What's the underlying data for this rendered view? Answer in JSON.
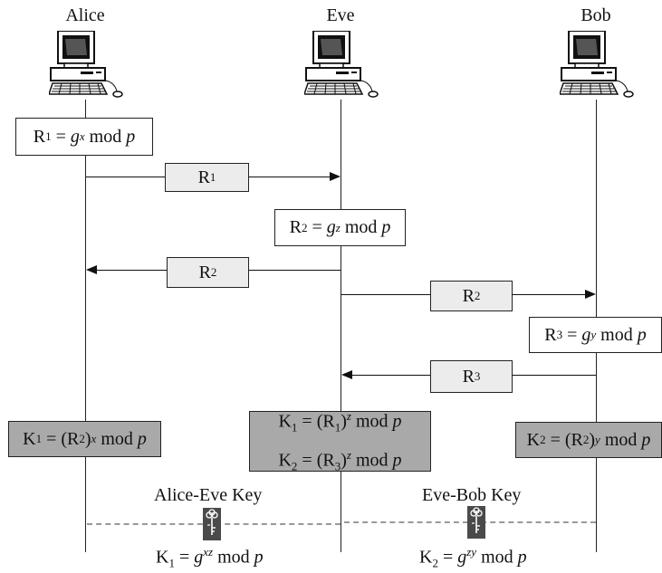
{
  "participants": {
    "alice": "Alice",
    "eve": "Eve",
    "bob": "Bob"
  },
  "computations": {
    "alice_r1": {
      "lhs": "R",
      "sub": "1",
      "base": "g",
      "exp": "x",
      "mod": " mod ",
      "p": "p"
    },
    "eve_r2": {
      "lhs": "R",
      "sub": "2",
      "base": "g",
      "exp": "z",
      "mod": " mod ",
      "p": "p"
    },
    "bob_r3": {
      "lhs": "R",
      "sub": "3",
      "base": "g",
      "exp": "y",
      "mod": " mod ",
      "p": "p"
    }
  },
  "messages": [
    {
      "label": "R",
      "sub": "1",
      "direction": "Alice → Eve"
    },
    {
      "label": "R",
      "sub": "2",
      "direction": "Eve → Alice"
    },
    {
      "label": "R",
      "sub": "2",
      "direction": "Eve → Bob"
    },
    {
      "label": "R",
      "sub": "3",
      "direction": "Bob → Eve"
    }
  ],
  "keys": {
    "alice": {
      "k": "K",
      "ksub": "1",
      "r": "R",
      "rsub": "2",
      "exp": "x"
    },
    "eve_1": {
      "k": "K",
      "ksub": "1",
      "r": "R",
      "rsub": "1",
      "exp": "z"
    },
    "eve_2": {
      "k": "K",
      "ksub": "2",
      "r": "R",
      "rsub": "3",
      "exp": "z"
    },
    "bob": {
      "k": "K",
      "ksub": "2",
      "r": "R",
      "rsub": "2",
      "exp": "y"
    }
  },
  "shared_keys": {
    "alice_eve": {
      "title": "Alice-Eve Key",
      "k": "K",
      "ksub": "1",
      "base": "g",
      "exp": "xz"
    },
    "eve_bob": {
      "title": "Eve-Bob Key",
      "k": "K",
      "ksub": "2",
      "base": "g",
      "exp": "zy"
    }
  },
  "icons": [
    "computer-icon",
    "key-icon"
  ],
  "colors": {
    "message_box": "#ececec",
    "key_box": "#a9a9a9",
    "dashed_line": "#999999"
  }
}
